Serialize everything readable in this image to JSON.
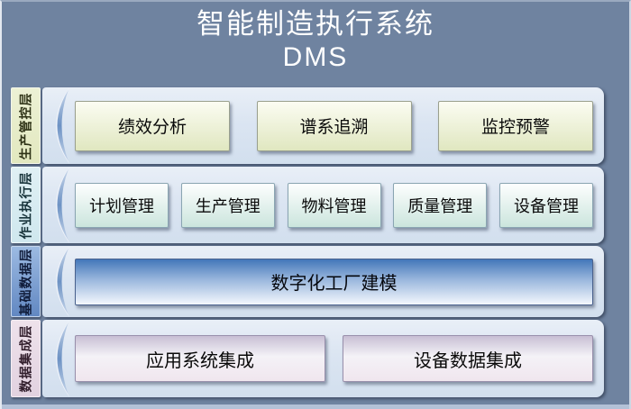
{
  "title": {
    "line1": "智能制造执行系统",
    "line2": "DMS"
  },
  "colors": {
    "page_background": "#6f83a0",
    "frame_border_light": "#e4e9f0",
    "bottom_strip": "#b3c1d7",
    "row_background_top": "#e9eff7",
    "row_background_bottom": "#d2dfee",
    "crescent_light": "#eef2f9",
    "crescent_blue_tip": "#c7d6ea",
    "crescent_blue_mid": "#6d92c4",
    "title_text": "#ffffff"
  },
  "layers": [
    {
      "id": "production-control",
      "label": "生产管控层",
      "tab": {
        "bg_top": "#edf1d5",
        "bg_bottom": "#e2e8bf",
        "text_color": "#2f3317",
        "border": "#f4f6ea"
      },
      "box_style": {
        "bg_top": "#fbfcf2",
        "bg_bottom": "#e0e7c0",
        "border": "#9aa08e",
        "text_color": "#0a0a0a"
      },
      "boxes": [
        "绩效分析",
        "谱系追溯",
        "监控预警"
      ]
    },
    {
      "id": "operation-execution",
      "label": "作业执行层",
      "tab": {
        "bg_top": "#e0f0f4",
        "bg_bottom": "#cfe7ee",
        "text_color": "#17333a",
        "border": "#f0f7f9"
      },
      "box_style": {
        "bg_top": "#fdfefe",
        "bg_bottom": "#cbe5dd",
        "border": "#8aa5b2",
        "text_color": "#0a0a0a"
      },
      "boxes": [
        "计划管理",
        "生产管理",
        "物料管理",
        "质量管理",
        "设备管理"
      ]
    },
    {
      "id": "basic-data",
      "label": "基础数据层",
      "tab": {
        "bg_top": "#9cbae2",
        "bg_bottom": "#6288c2",
        "text_color": "#101c3a",
        "border": "#c6d6ec"
      },
      "box_style": {
        "bg_top": "#4377b9",
        "bg_mid": "#9ab7dd",
        "bg_bottom": "#f4f8fd",
        "border": "#49618d",
        "text_color": "#05070d"
      },
      "boxes": [
        "数字化工厂建模"
      ]
    },
    {
      "id": "data-integration",
      "label": "数据集成层",
      "tab": {
        "bg_top": "#eee2eb",
        "bg_bottom": "#e2d2e0",
        "text_color": "#33202e",
        "border": "#f6eef4"
      },
      "box_style": {
        "bg_top": "#c8bfd4",
        "bg_mid": "#f4f2f7",
        "bg_bottom": "#f0e6ee",
        "border": "#988fab",
        "text_color": "#0a0a0a"
      },
      "boxes": [
        "应用系统集成",
        "设备数据集成"
      ]
    }
  ]
}
